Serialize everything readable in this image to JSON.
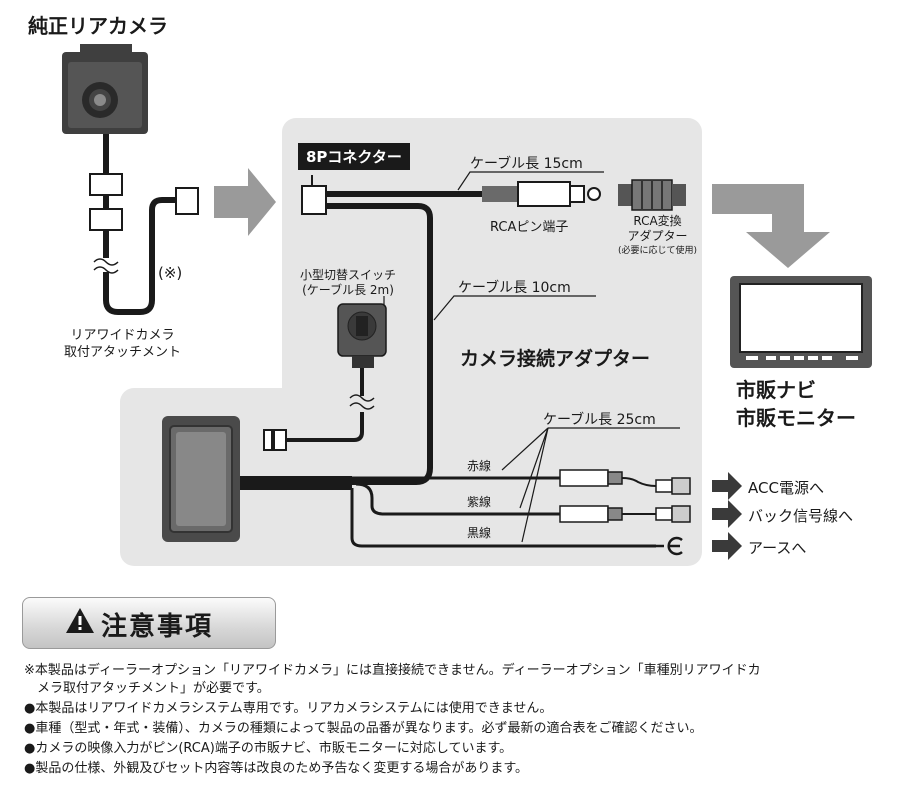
{
  "title": "純正リアカメラ",
  "camera_attachment_label": [
    "リアワイドカメラ",
    "取付アタッチメント"
  ],
  "asterisk_note": "(※)",
  "connector_tag": "8Pコネクター",
  "cable_15": "ケーブル長 15cm",
  "rca_pin": "RCAピン端子",
  "rca_adapter": [
    "RCA変換",
    "アダプター"
  ],
  "rca_adapter_note": "(必要に応じて使用)",
  "switch_label": [
    "小型切替スイッチ",
    "(ケーブル長 2m)"
  ],
  "cable_10": "ケーブル長 10cm",
  "adapter_name": "カメラ接続アダプター",
  "cable_25": "ケーブル長 25cm",
  "wires": [
    {
      "name": "赤線",
      "target": "ACC電源へ",
      "color": "#1a1a1a"
    },
    {
      "name": "紫線",
      "target": "バック信号線へ",
      "color": "#1a1a1a"
    },
    {
      "name": "黒線",
      "target": "アースへ",
      "color": "#1a1a1a"
    }
  ],
  "monitor_label": [
    "市販ナビ",
    "市販モニター"
  ],
  "notice_title": "注意事項",
  "notes": [
    "※本製品はディーラーオプション「リアワイドカメラ」には直接接続できません。ディーラーオプション「車種別リアワイドカ",
    "　メラ取付アタッチメント」が必要です。",
    "●本製品はリアワイドカメラシステム専用です。リアカメラシステムには使用できません。",
    "●車種（型式・年式・装備）、カメラの種類によって製品の品番が異なります。必ず最新の適合表をご確認ください。",
    "●カメラの映像入力がピン(RCA)端子の市販ナビ、市販モニターに対応しています。",
    "●製品の仕様、外観及びセット内容等は改良のため予告なく変更する場合があります。"
  ],
  "colors": {
    "panel": "#e6e6e6",
    "arrow": "#9a9a9a",
    "line": "#1a1a1a",
    "device": "#444444"
  }
}
